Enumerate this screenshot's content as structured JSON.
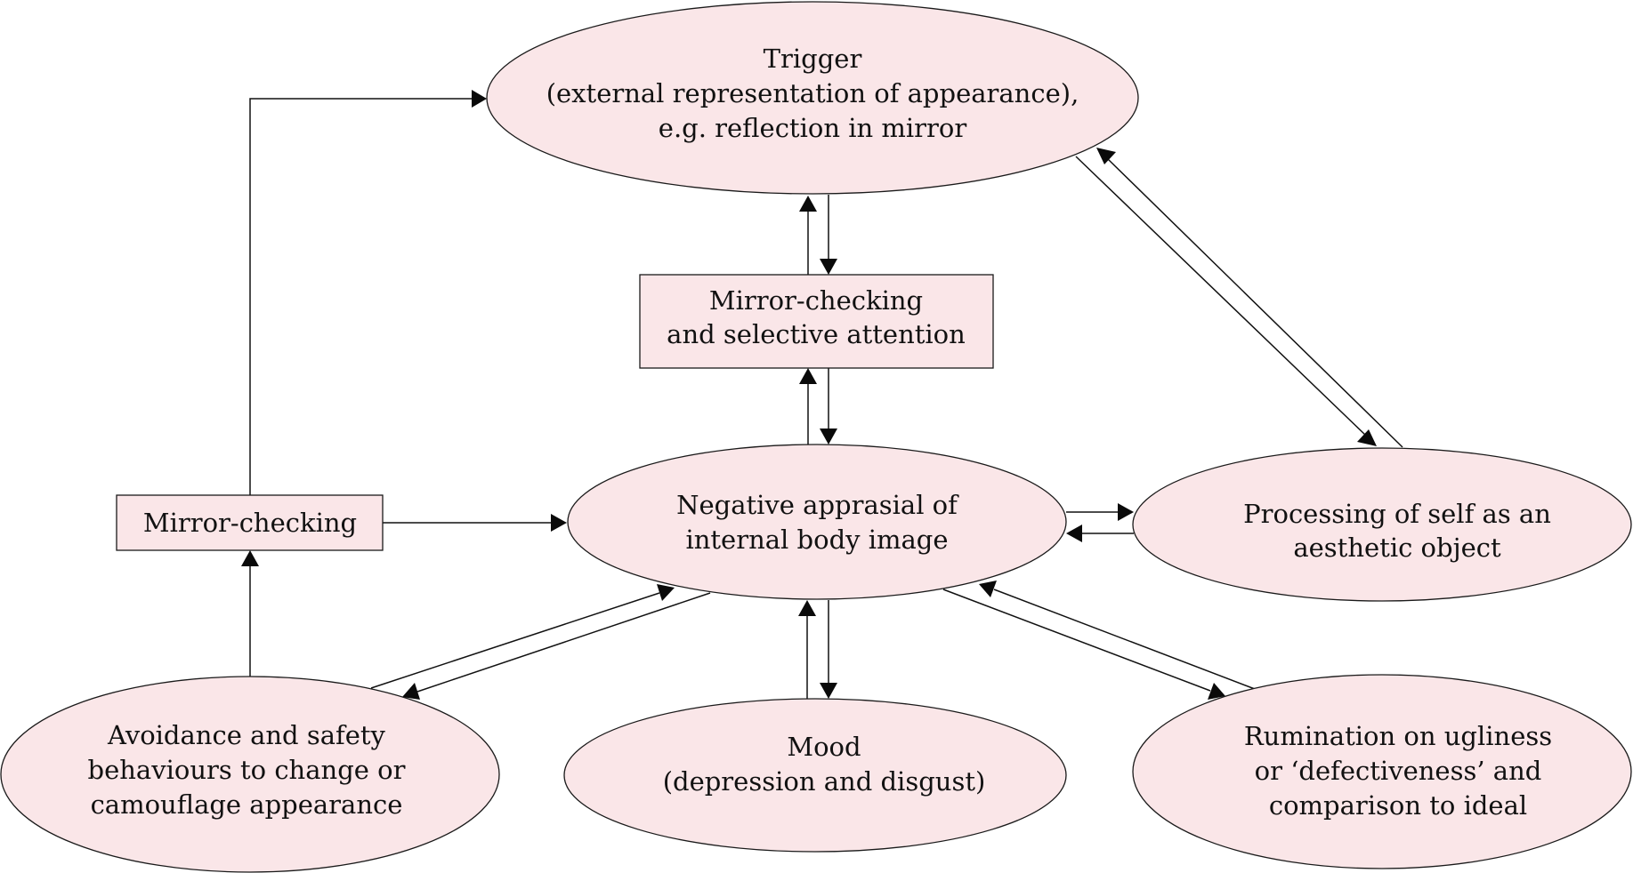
{
  "diagram": {
    "type": "flowchart",
    "fill_color": "#fae6e8",
    "stroke_color": "#1a1a1a",
    "nodes": [
      {
        "id": "trigger",
        "shape": "ellipse",
        "lines": [
          "Trigger",
          "(external representation of appearance),",
          "e.g. reflection in mirror"
        ]
      },
      {
        "id": "mirror_selective",
        "shape": "rect",
        "lines": [
          "Mirror-checking",
          "and selective attention"
        ]
      },
      {
        "id": "mirror_checking",
        "shape": "rect",
        "lines": [
          "Mirror-checking"
        ]
      },
      {
        "id": "negative",
        "shape": "ellipse",
        "lines": [
          "Negative apprasial of",
          "internal body image"
        ]
      },
      {
        "id": "processing",
        "shape": "ellipse",
        "lines": [
          "Processing of self as an",
          "aesthetic object"
        ]
      },
      {
        "id": "avoidance",
        "shape": "ellipse",
        "lines": [
          "Avoidance and safety",
          "behaviours to change or",
          "camouflage appearance"
        ]
      },
      {
        "id": "mood",
        "shape": "ellipse",
        "lines": [
          "Mood",
          "(depression and disgust)"
        ]
      },
      {
        "id": "rumination",
        "shape": "ellipse",
        "lines": [
          "Rumination on ugliness",
          "or ‘defectiveness’ and",
          "comparison to ideal"
        ]
      }
    ],
    "edges": [
      {
        "from": "mirror_checking",
        "to": "trigger",
        "routing": "elbow"
      },
      {
        "from": "mirror_selective",
        "to": "trigger"
      },
      {
        "from": "trigger",
        "to": "mirror_selective"
      },
      {
        "from": "negative",
        "to": "mirror_selective"
      },
      {
        "from": "mirror_selective",
        "to": "negative"
      },
      {
        "from": "trigger",
        "to": "processing"
      },
      {
        "from": "processing",
        "to": "trigger"
      },
      {
        "from": "mirror_checking",
        "to": "negative"
      },
      {
        "from": "negative",
        "to": "processing"
      },
      {
        "from": "processing",
        "to": "negative"
      },
      {
        "from": "avoidance",
        "to": "mirror_checking"
      },
      {
        "from": "avoidance",
        "to": "negative"
      },
      {
        "from": "negative",
        "to": "avoidance"
      },
      {
        "from": "mood",
        "to": "negative"
      },
      {
        "from": "negative",
        "to": "mood"
      },
      {
        "from": "negative",
        "to": "rumination"
      },
      {
        "from": "rumination",
        "to": "negative"
      }
    ]
  }
}
